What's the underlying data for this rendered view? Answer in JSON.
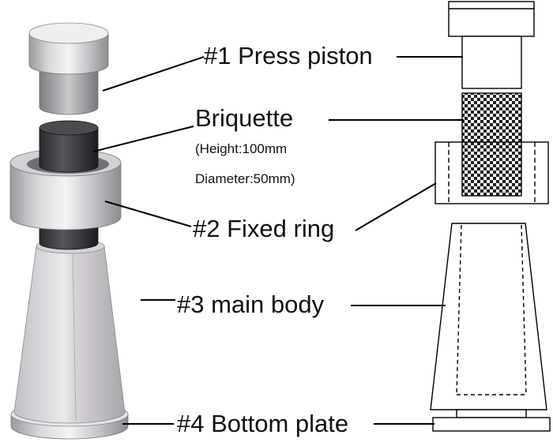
{
  "labels": {
    "press_piston": "#1 Press piston",
    "briquette": "Briquette",
    "briquette_height": "(Height:100mm",
    "briquette_diameter": "Diameter:50mm)",
    "fixed_ring": "#2 Fixed ring",
    "main_body": "#3 main body",
    "bottom_plate": "#4 Bottom plate"
  }
}
